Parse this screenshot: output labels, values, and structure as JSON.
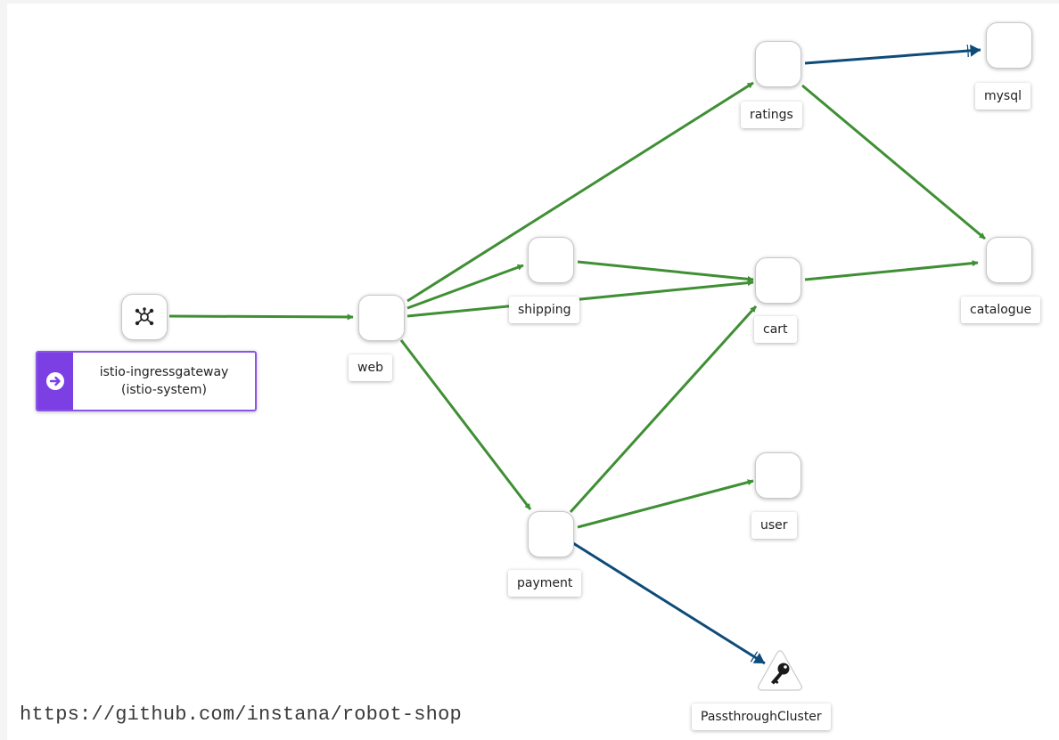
{
  "graph": {
    "colors": {
      "edge_ok": "#3f8f34",
      "edge_external": "#0d4b79",
      "gateway_accent": "#7b3fe4"
    },
    "gateway": {
      "icon": "mesh-gateway-icon",
      "badge_icon": "arrow-right-circle-icon",
      "name": "istio-ingressgateway",
      "namespace": "(istio-system)"
    },
    "services": {
      "web": "web",
      "shipping": "shipping",
      "payment": "payment",
      "ratings": "ratings",
      "cart": "cart",
      "user": "user",
      "mysql": "mysql",
      "catalogue": "catalogue"
    },
    "external": {
      "name": "PassthroughCluster",
      "icon": "key-icon"
    },
    "edges": [
      {
        "from": "istio-ingressgateway",
        "to": "web",
        "status": "ok"
      },
      {
        "from": "web",
        "to": "ratings",
        "status": "ok"
      },
      {
        "from": "web",
        "to": "shipping",
        "status": "ok"
      },
      {
        "from": "web",
        "to": "cart",
        "status": "ok"
      },
      {
        "from": "web",
        "to": "payment",
        "status": "ok"
      },
      {
        "from": "shipping",
        "to": "cart",
        "status": "ok"
      },
      {
        "from": "ratings",
        "to": "mysql",
        "status": "external"
      },
      {
        "from": "ratings",
        "to": "catalogue",
        "status": "ok"
      },
      {
        "from": "cart",
        "to": "catalogue",
        "status": "ok"
      },
      {
        "from": "payment",
        "to": "cart",
        "status": "ok"
      },
      {
        "from": "payment",
        "to": "user",
        "status": "ok"
      },
      {
        "from": "payment",
        "to": "PassthroughCluster",
        "status": "external"
      }
    ]
  },
  "caption": "https://github.com/instana/robot-shop"
}
